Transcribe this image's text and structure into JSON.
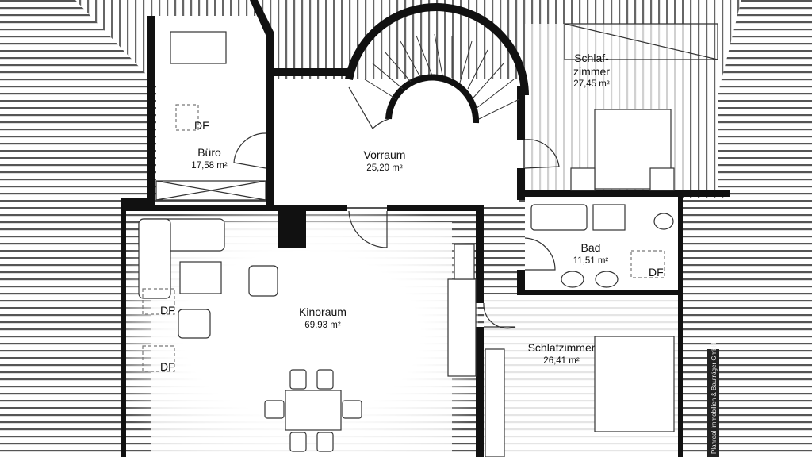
{
  "rooms": {
    "buero": {
      "name": "Büro",
      "area": "17,58 m²"
    },
    "vorraum": {
      "name": "Vorraum",
      "area": "25,20 m²"
    },
    "schlafzimmer_top": {
      "name_line1": "Schlaf-",
      "name_line2": "zimmer",
      "area": "27,45 m²"
    },
    "bad": {
      "name": "Bad",
      "area": "11,51 m²"
    },
    "kinoraum": {
      "name": "Kinoraum",
      "area": "69,93 m²"
    },
    "schlafzimmer_bottom": {
      "name": "Schlafzimmer",
      "area": "26,41 m²"
    }
  },
  "skylight_label": "DF",
  "skylights": [
    "DF",
    "DF",
    "DF",
    "DF"
  ],
  "watermark": "Planreal Immobilien & Bauträger GmbH"
}
